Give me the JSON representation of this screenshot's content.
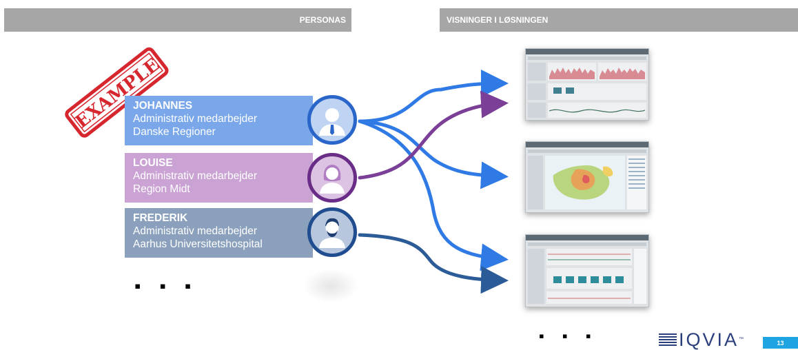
{
  "headers": {
    "left": "PERSONAS",
    "right": "VISNINGER I LØSNINGEN"
  },
  "stamp": {
    "text": "EXAMPLE"
  },
  "personas": [
    {
      "name": "JOHANNES",
      "role": "Administrativ medarbejder",
      "org": "Danske Regioner",
      "color": "#7aa7ea"
    },
    {
      "name": "LOUISE",
      "role": "Administrativ medarbejder",
      "org": "Region Midt",
      "color": "#caa3d4"
    },
    {
      "name": "FREDERIK",
      "role": "Administrativ medarbejder",
      "org": "Aarhus Universitetshospital",
      "color": "#8aa0bc"
    }
  ],
  "ellipsis_left": "▪ ▪ ▪",
  "ellipsis_right": "▪ ▪ ▪",
  "logo": {
    "text": "IQVIA",
    "tm": "™"
  },
  "page_number": "13",
  "colors": {
    "header": "#a6a6a6",
    "arrow_blue": "#2f7ae5",
    "arrow_purple": "#7b3f97",
    "arrow_navy": "#2c5c97",
    "accent": "#1ea4e0"
  }
}
